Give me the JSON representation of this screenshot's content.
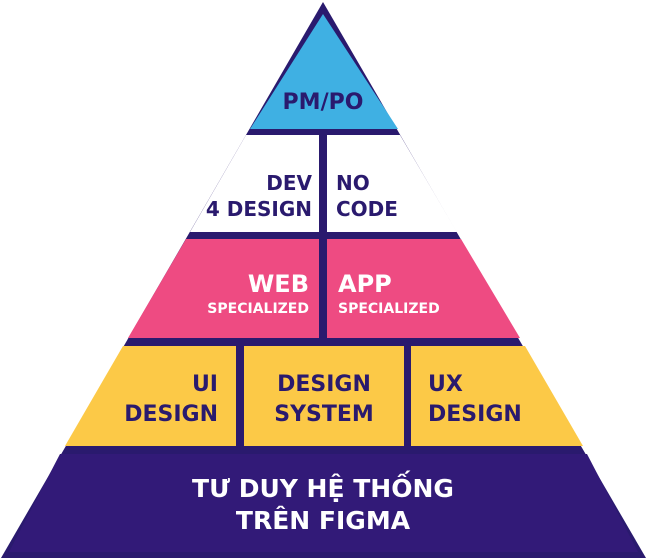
{
  "colors": {
    "outline": "#2a1a6e",
    "top": "#3fb0e3",
    "second": "#ffffff",
    "third": "#ee4b82",
    "fourth": "#fcc947",
    "base": "#321a78",
    "text_dark": "#2a1a6e",
    "text_light": "#ffffff"
  },
  "tiers": {
    "top": {
      "label": "PM/PO"
    },
    "second": {
      "left": {
        "line1": "DEV",
        "line2": "4 DESIGN"
      },
      "right": {
        "line1": "NO",
        "line2": "CODE"
      }
    },
    "third": {
      "left": {
        "main": "WEB",
        "sub": "SPECIALIZED"
      },
      "right": {
        "main": "APP",
        "sub": "SPECIALIZED"
      }
    },
    "fourth": {
      "left": {
        "line1": "UI",
        "line2": "DESIGN"
      },
      "center": {
        "line1": "DESIGN",
        "line2": "SYSTEM"
      },
      "right": {
        "line1": "UX",
        "line2": "DESIGN"
      }
    },
    "base": {
      "line1": "TƯ DUY HỆ THỐNG",
      "line2": "TRÊN FIGMA"
    }
  }
}
